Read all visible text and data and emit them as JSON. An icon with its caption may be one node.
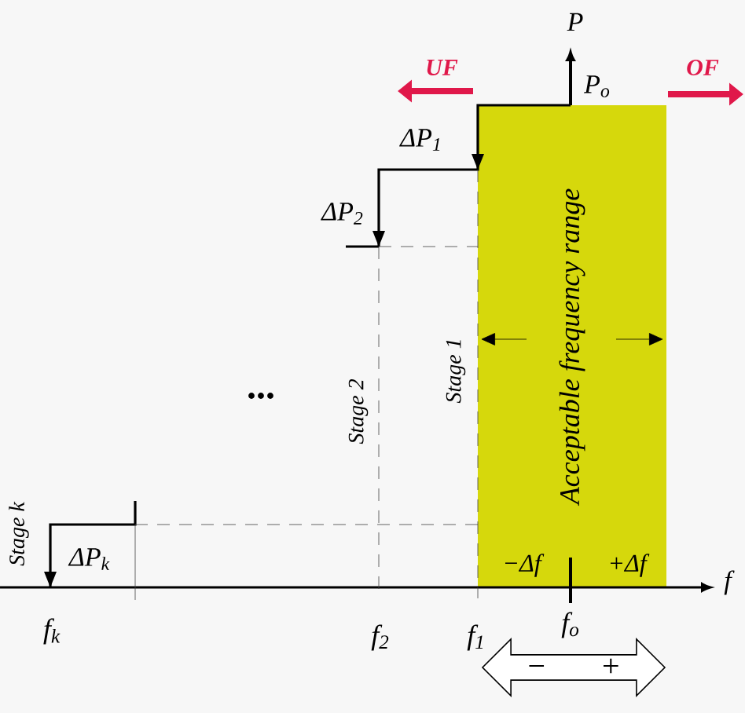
{
  "diagram": {
    "nodes": [
      {
        "text": [
          "Acceptable frequency range"
        ]
      },
      {
        "text": [
          "−",
          "+"
        ]
      }
    ],
    "labels": [
      "P",
      "UF",
      "OF",
      "P$_{o}$",
      "ΔP$_{1}$",
      "ΔP$_{2}$",
      "Stage 2",
      "Stage 1",
      "...",
      "Stage k",
      "ΔP$_{k}$",
      "−Δf",
      "+Δf",
      "f",
      "f$_{k}$",
      "f$_{2}$",
      "f$_{1}$",
      "f$_{o}$"
    ]
  }
}
